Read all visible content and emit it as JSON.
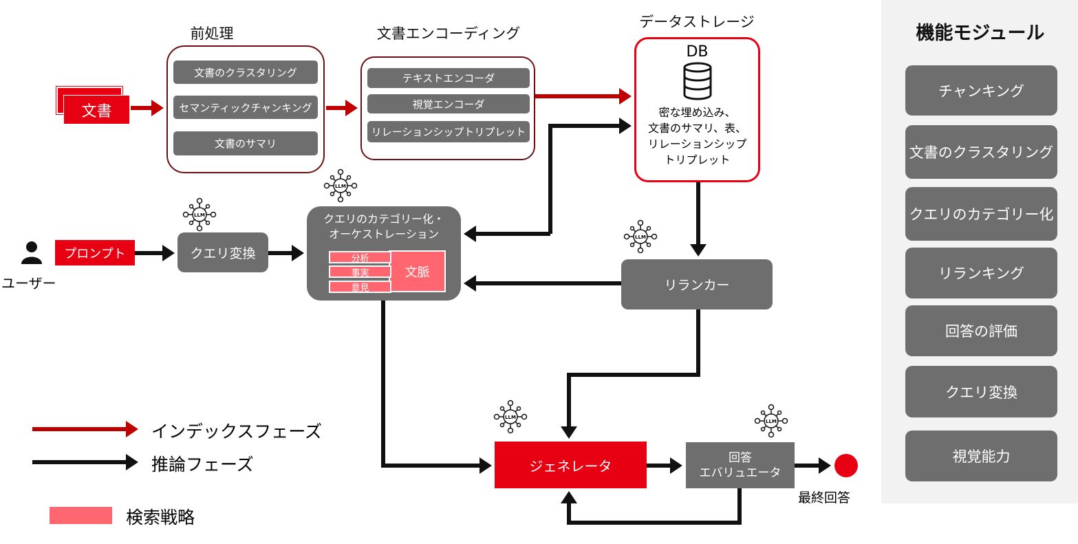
{
  "preprocess": {
    "title": "前処理",
    "items": [
      "文書のクラスタリング",
      "セマンティックチャンキング",
      "文書のサマリ"
    ]
  },
  "encoding": {
    "title": "文書エンコーディング",
    "items": [
      "テキストエンコーダ",
      "視覚エンコーダ",
      "リレーションシップトリプレット"
    ]
  },
  "storage": {
    "title": "データストレージ",
    "db": "DB",
    "desc": [
      "密な埋め込み、",
      "文書のサマリ、表、",
      "リレーションシップ",
      "トリプレット"
    ]
  },
  "document": "文書",
  "user": "ユーザー",
  "prompt": "プロンプト",
  "query_transform": "クエリ変換",
  "orchestration": {
    "title": [
      "クエリのカテゴリー化・",
      "オーケストレーション"
    ],
    "strategies": [
      "分析",
      "事実",
      "意見"
    ],
    "context": "文脈"
  },
  "reranker": "リランカー",
  "generator": "ジェネレータ",
  "evaluator": [
    "回答",
    "エバリュエータ"
  ],
  "final_answer": "最終回答",
  "llm_label": "LLM",
  "legend": {
    "index_phase": "インデックスフェーズ",
    "inference_phase": "推論フェーズ",
    "search_strategy": "検索戦略"
  },
  "modules": {
    "title": "機能モジュール",
    "items": [
      "チャンキング",
      "文書のクラスタリング",
      "クエリのカテゴリー化",
      "リランキング",
      "回答の評価",
      "クエリ変換",
      "視覚能力"
    ]
  },
  "colors": {
    "red": "#e60012",
    "darkred": "#c00000",
    "gray": "#6e6e6e",
    "pink": "#ff6670",
    "panel": "#f2f2f2"
  }
}
